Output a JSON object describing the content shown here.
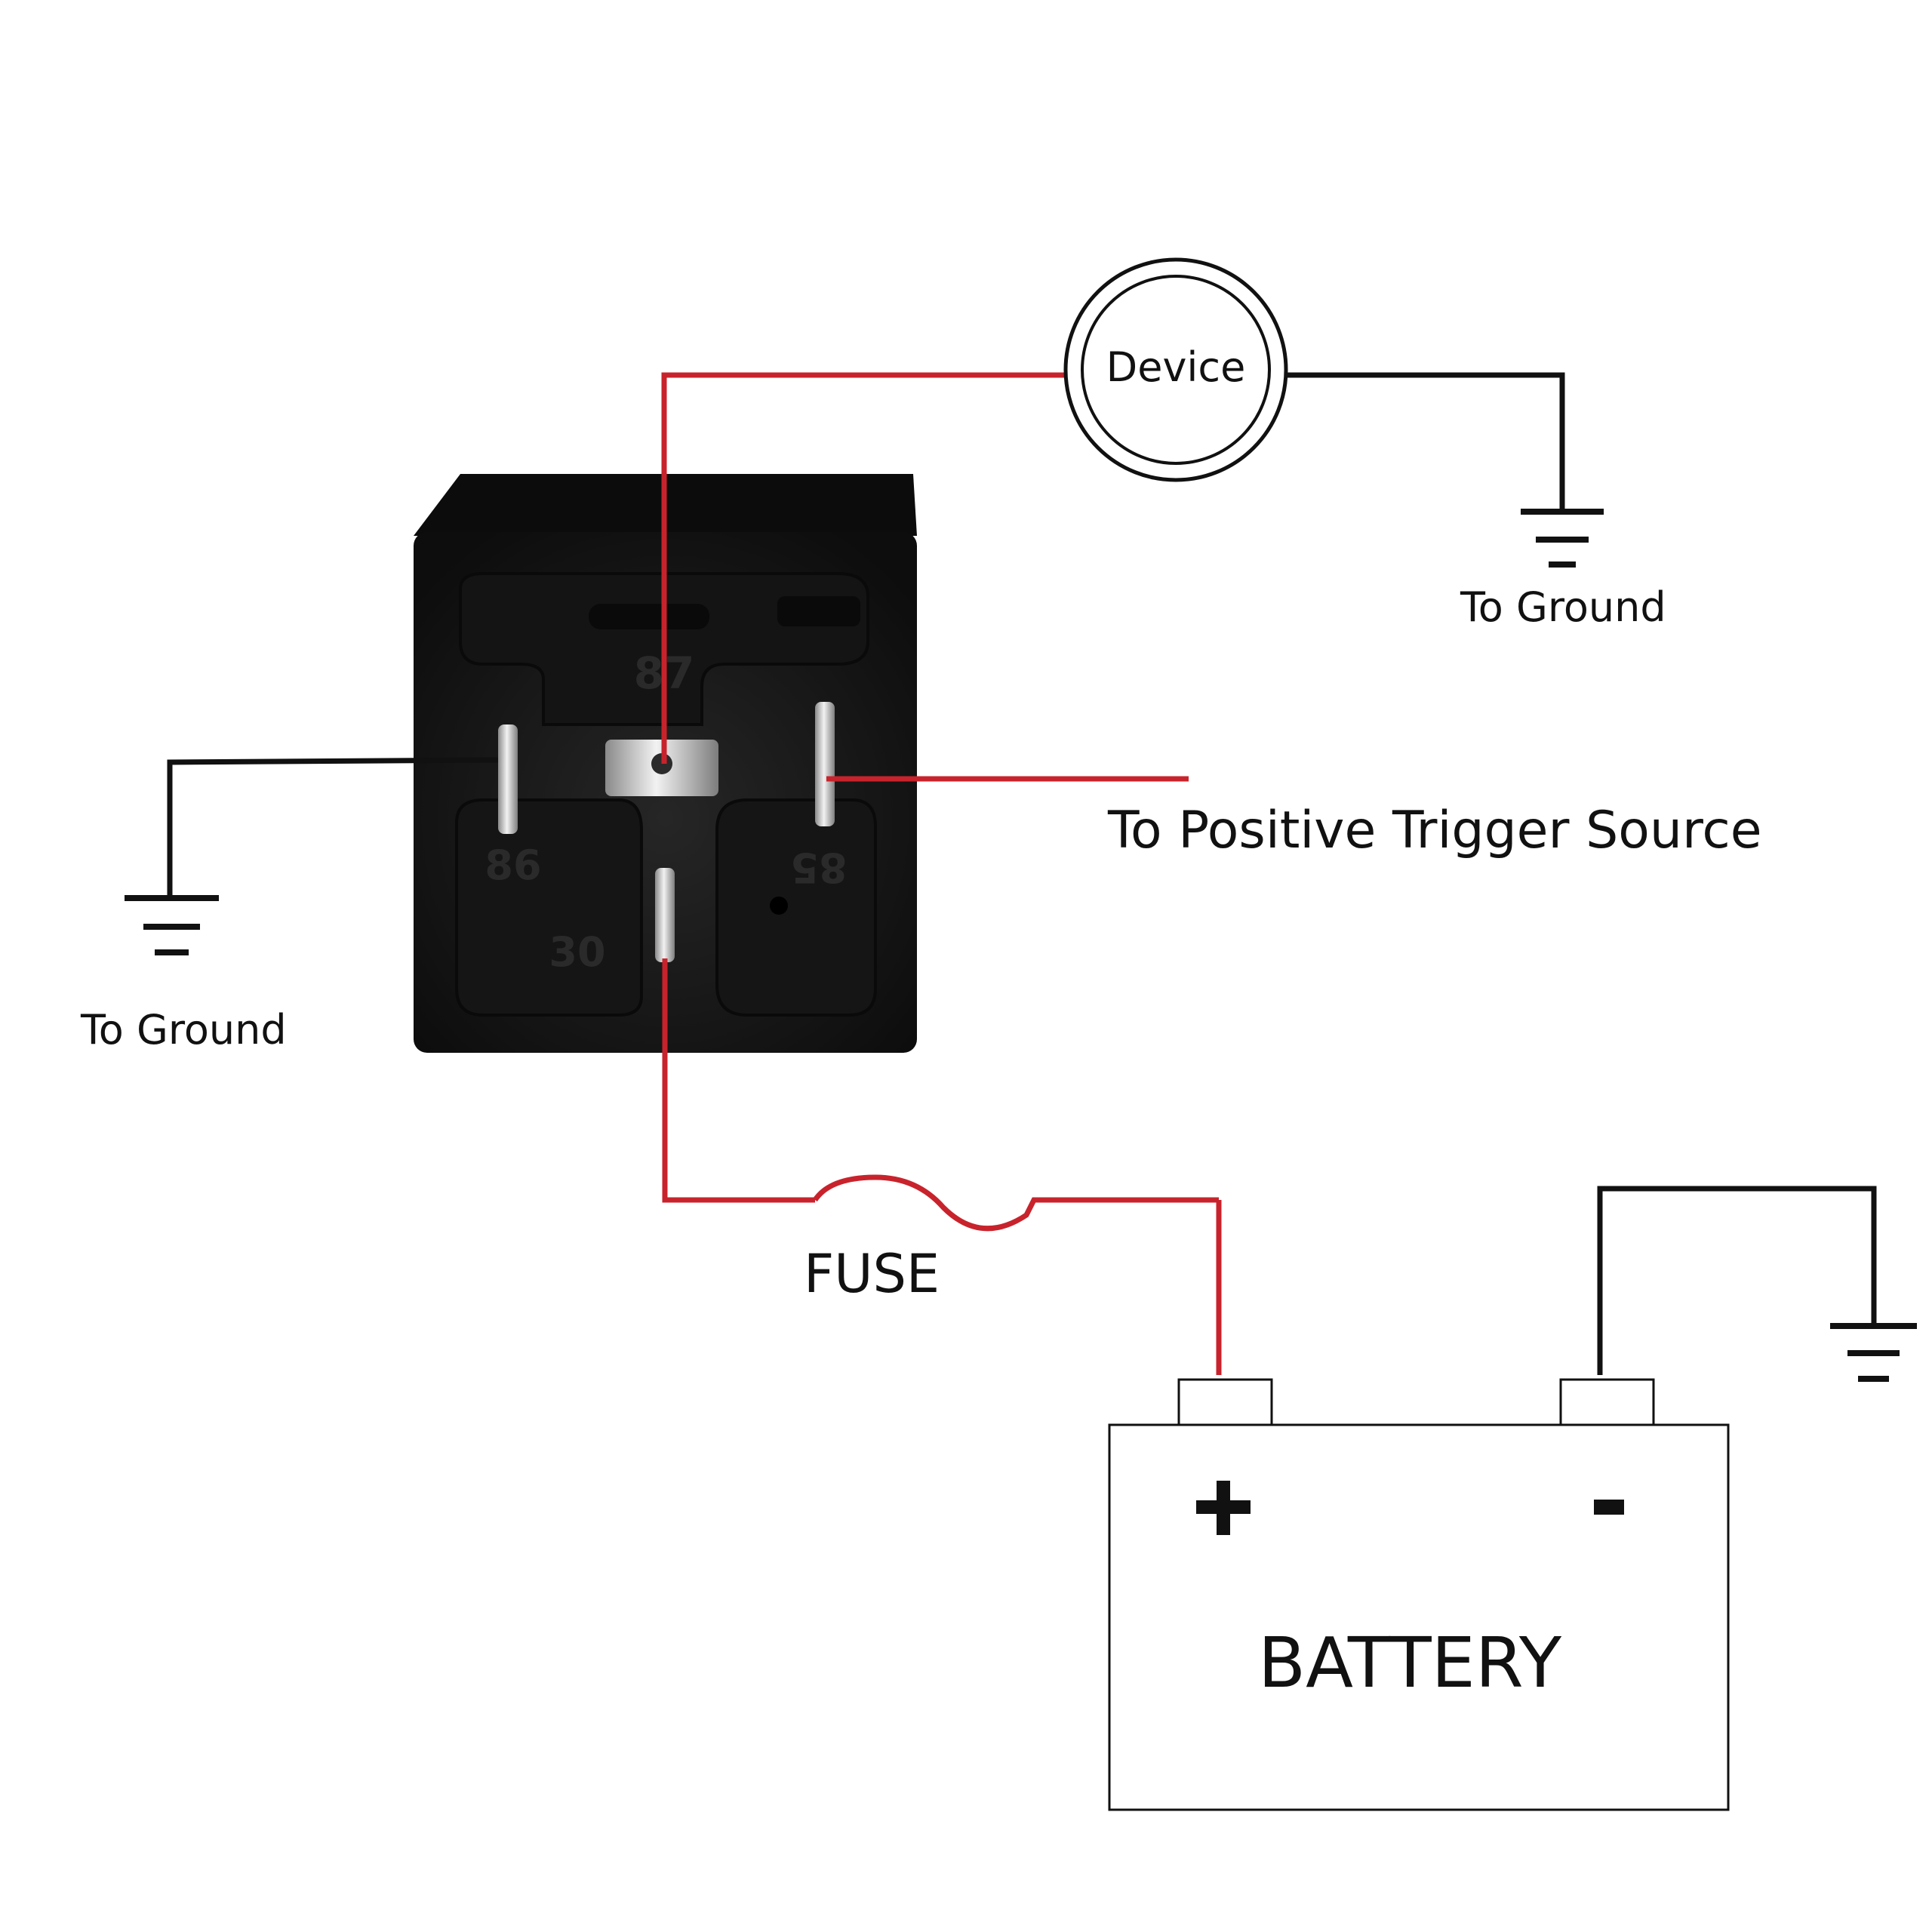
{
  "labels": {
    "device": "Device",
    "ground_top": "To Ground",
    "ground_left": "To Ground",
    "trigger": "To Positive Trigger Source",
    "fuse": "FUSE",
    "battery": "BATTERY",
    "battery_plus": "+",
    "battery_minus": "-"
  },
  "relay": {
    "pins": {
      "p87": "87",
      "p86": "86",
      "p85": "85",
      "p30": "30"
    }
  },
  "colors": {
    "wire_positive": "#c8232c",
    "wire_ground": "#111111",
    "relay_body": "#1b1b1b"
  }
}
